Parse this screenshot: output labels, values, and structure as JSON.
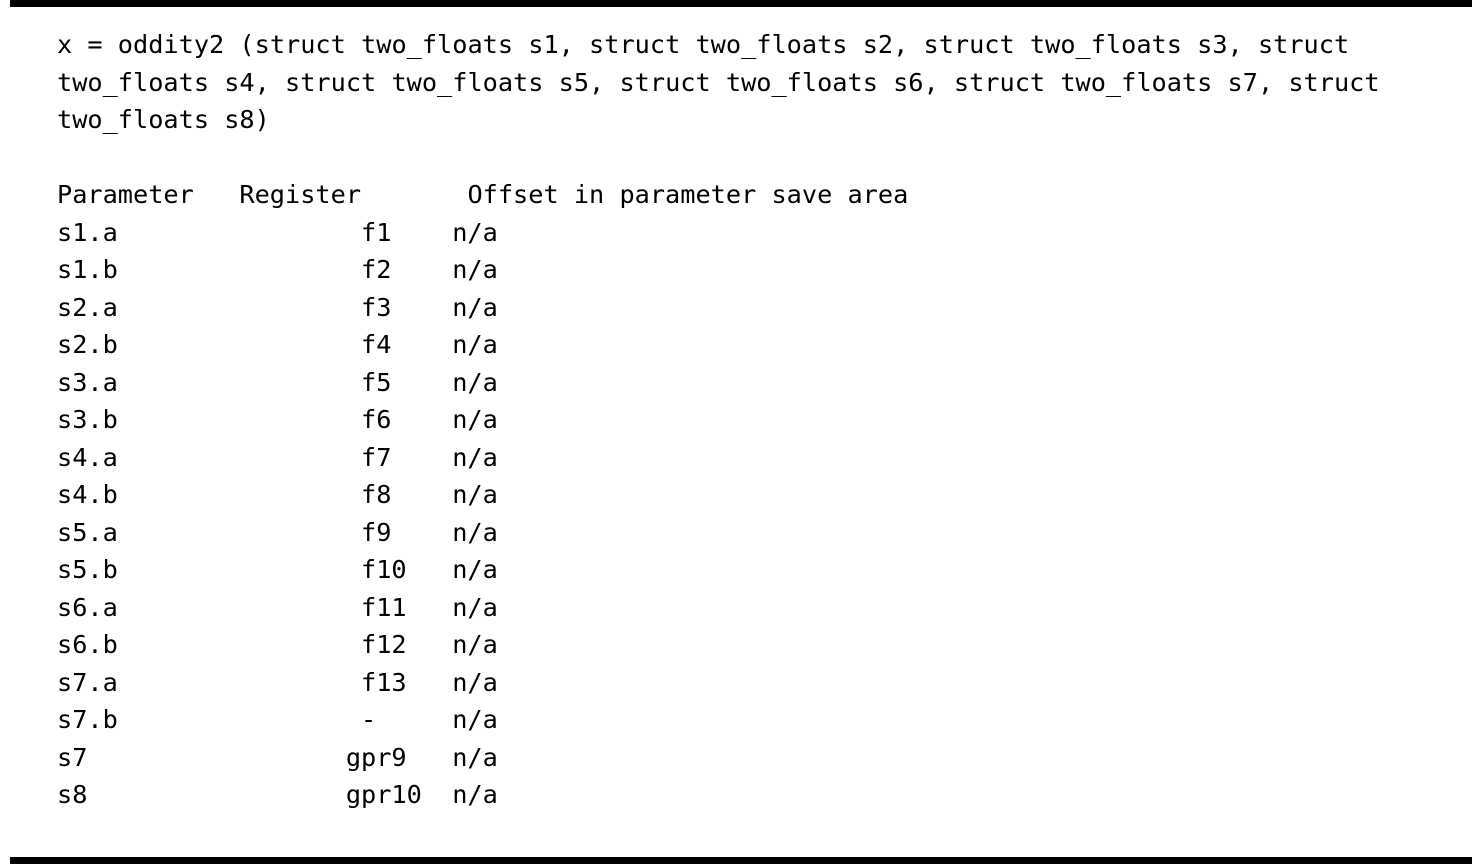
{
  "colors": {
    "text": "#000000",
    "background": "#ffffff",
    "rule": "#000000"
  },
  "code_block": {
    "lines": [
      "x = oddity2 (struct two_floats s1, struct two_floats s2, struct two_floats s3, struct",
      "two_floats s4, struct two_floats s5, struct two_floats s6, struct two_floats s7, struct",
      "two_floats s8)"
    ]
  },
  "table": {
    "columns": [
      "Parameter",
      "Register",
      "Offset in parameter save area"
    ],
    "rows": [
      {
        "parameter": "s1.a",
        "register": "f1",
        "offset": "n/a"
      },
      {
        "parameter": "s1.b",
        "register": "f2",
        "offset": "n/a"
      },
      {
        "parameter": "s2.a",
        "register": "f3",
        "offset": "n/a"
      },
      {
        "parameter": "s2.b",
        "register": "f4",
        "offset": "n/a"
      },
      {
        "parameter": "s3.a",
        "register": "f5",
        "offset": "n/a"
      },
      {
        "parameter": "s3.b",
        "register": "f6",
        "offset": "n/a"
      },
      {
        "parameter": "s4.a",
        "register": "f7",
        "offset": "n/a"
      },
      {
        "parameter": "s4.b",
        "register": "f8",
        "offset": "n/a"
      },
      {
        "parameter": "s5.a",
        "register": "f9",
        "offset": "n/a"
      },
      {
        "parameter": "s5.b",
        "register": "f10",
        "offset": "n/a"
      },
      {
        "parameter": "s6.a",
        "register": "f11",
        "offset": "n/a"
      },
      {
        "parameter": "s6.b",
        "register": "f12",
        "offset": "n/a"
      },
      {
        "parameter": "s7.a",
        "register": "f13",
        "offset": "n/a"
      },
      {
        "parameter": "s7.b",
        "register": "-",
        "offset": "n/a"
      },
      {
        "parameter": "s7",
        "register": "gpr9",
        "offset": "n/a"
      },
      {
        "parameter": "s8",
        "register": "gpr10",
        "offset": "n/a"
      }
    ]
  }
}
